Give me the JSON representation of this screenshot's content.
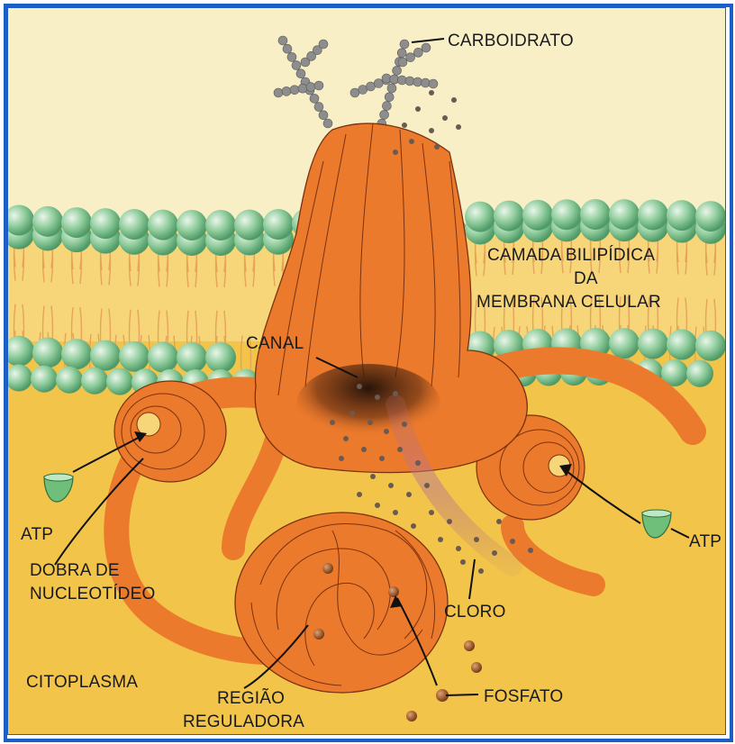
{
  "labels": {
    "carbohydrate": "CARBOIDRATO",
    "bilayer_line1": "CAMADA BILIPÍDICA",
    "bilayer_line2": "DA",
    "bilayer_line3": "MEMBRANA CELULAR",
    "channel": "CANAL",
    "atp_left": "ATP",
    "atp_right": "ATP",
    "nucleotide_fold_line1": "DOBRA DE",
    "nucleotide_fold_line2": "NUCLEOTÍDEO",
    "chloride": "CLORO",
    "cytoplasm": "CITOPLASMA",
    "regulatory_line1": "REGIÃO",
    "regulatory_line2": "REGULADORA",
    "phosphate": "FOSFATO"
  },
  "colors": {
    "frame": "#1b5fc4",
    "extracellular": "#f8efc6",
    "cytoplasm": "#f2c54a",
    "protein": "#ec7a2c",
    "protein_outline": "#7a3210",
    "lipid_head": "#7fc28e",
    "lipid_tail": "#e6a35a",
    "carbohydrate": "#8a8a8a",
    "chloride_dot": "#6b5a52",
    "phosphate": "#9a5a2a",
    "atp": "#6fbf7a"
  }
}
